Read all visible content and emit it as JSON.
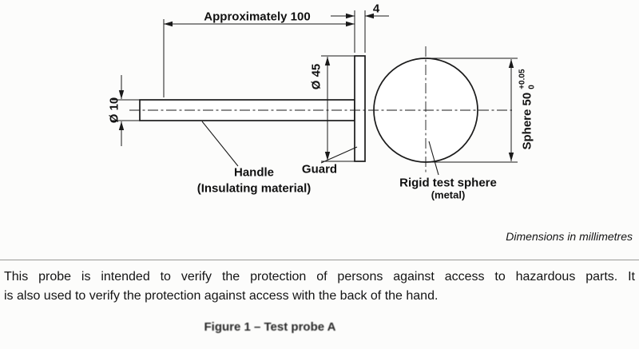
{
  "diagram": {
    "dims": {
      "approx_length": "Approximately 100",
      "guard_thickness": "4",
      "guard_diameter": "Ø 45",
      "handle_diameter": "Ø 10",
      "sphere_diameter": "Sphere 50",
      "sphere_tol_upper": "+0.05",
      "sphere_tol_lower": "0"
    },
    "labels": {
      "handle": "Handle",
      "handle_sub": "(Insulating material)",
      "guard": "Guard",
      "sphere": "Rigid test sphere",
      "sphere_sub": "(metal)"
    },
    "note": "Dimensions in millimetres"
  },
  "paragraph": {
    "line1": "This probe is intended to verify the protection of persons against access to hazardous parts. It",
    "line2": "is also used to verify the protection against access with the back of the hand."
  },
  "caption": "Figure 1 – Test probe A"
}
